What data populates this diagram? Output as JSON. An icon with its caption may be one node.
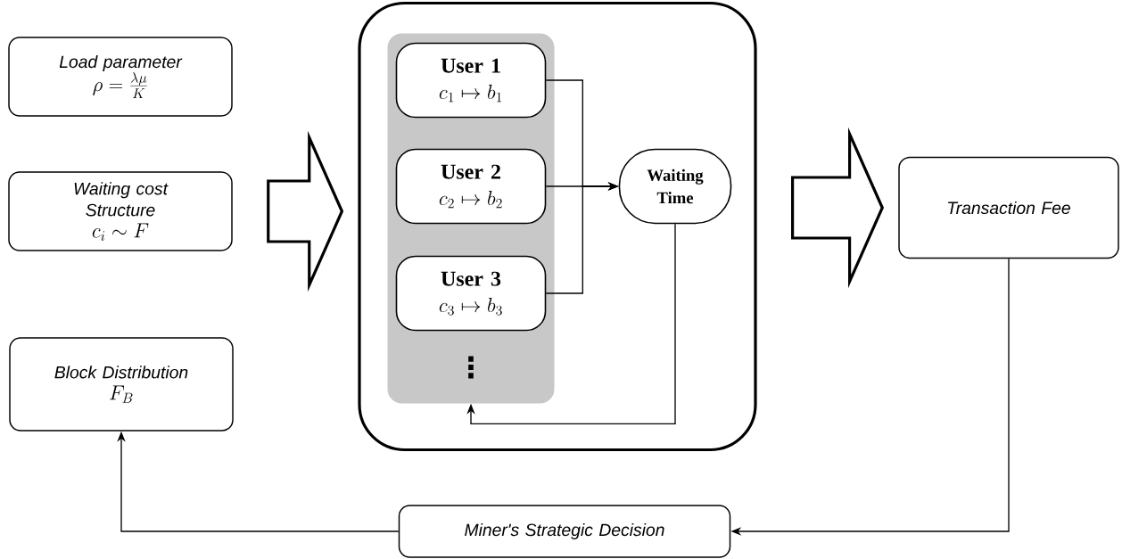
{
  "diagram": {
    "nodes": [
      {
        "text": [
          "Load parameter",
          "\\rho = \\frac{\\lambda\\mu}{K}"
        ]
      },
      {
        "text": [
          "Waiting cost Structure",
          "c_i \\sim F"
        ]
      },
      {
        "text": [
          "Block Distribution",
          "F_B"
        ]
      },
      {
        "text": [],
        "shape": "box"
      },
      {
        "text": [],
        "shape": "box",
        "in": 3
      },
      {
        "text": [
          "User 1",
          "c_1 \\mapsto b_1"
        ],
        "in": 4
      },
      {
        "text": [
          "User 2",
          "c_2 \\mapsto b_2"
        ],
        "in": 4
      },
      {
        "text": [
          "User 3",
          "c_3 \\mapsto b_3"
        ],
        "in": 4
      },
      {
        "text": [
          "Waiting Time"
        ],
        "in": 3
      },
      {
        "text": [
          "Transaction Fee"
        ]
      },
      {
        "text": [
          "Miner's Strategic Decision"
        ]
      }
    ],
    "edges": [
      {
        "from": 1,
        "to": 3,
        "arrow": "to",
        "style": "thick"
      },
      {
        "from": 3,
        "to": 9,
        "arrow": "to",
        "style": "thick"
      },
      {
        "from": 5,
        "to": 8,
        "arrow": "to"
      },
      {
        "from": 6,
        "to": 8,
        "arrow": "to"
      },
      {
        "from": 7,
        "to": 8,
        "arrow": "to"
      },
      {
        "from": 8,
        "to": 4,
        "arrow": "to"
      },
      {
        "from": 9,
        "to": 10,
        "arrow": "to"
      },
      {
        "from": 10,
        "to": 2,
        "arrow": "to"
      }
    ],
    "labels": [
      "⋮"
    ]
  }
}
